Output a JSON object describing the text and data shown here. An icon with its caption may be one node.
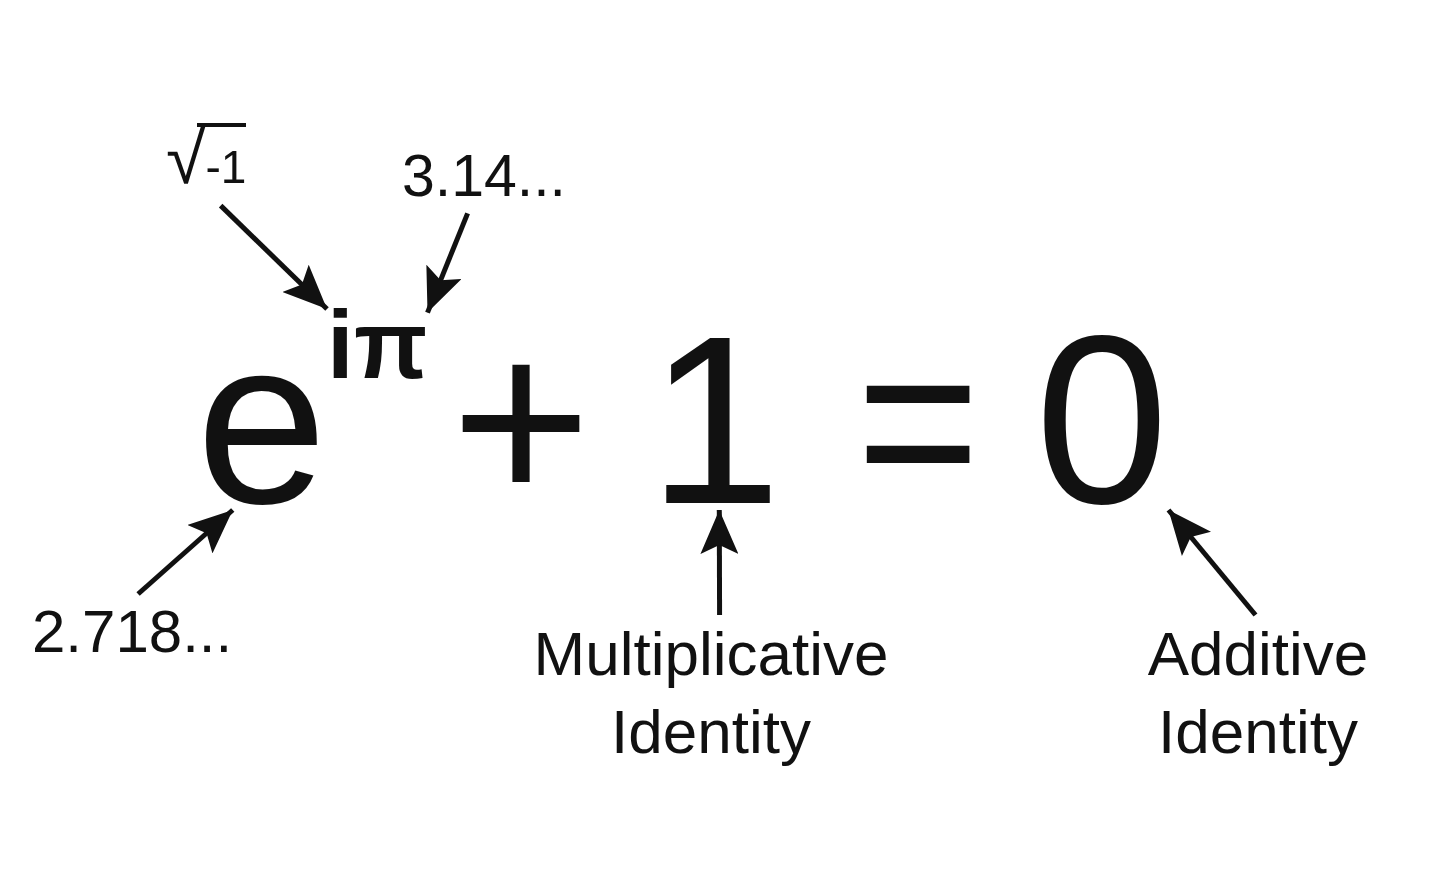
{
  "diagram": {
    "nodes": [
      {
        "text": [
          "√-1"
        ]
      },
      {
        "text": [
          "3.14..."
        ]
      },
      {
        "text": [
          "i"
        ]
      },
      {
        "text": [
          "π"
        ]
      },
      {
        "text": [
          "e"
        ]
      },
      {
        "text": [
          "1"
        ]
      },
      {
        "text": [
          "0"
        ]
      },
      {
        "text": [
          "2.718..."
        ]
      },
      {
        "text": [
          "Multiplicative Identity"
        ]
      },
      {
        "text": [
          "Additive Identity"
        ]
      }
    ],
    "edges": [
      {
        "from": 0,
        "to": 2,
        "arrow": "to"
      },
      {
        "from": 1,
        "to": 3,
        "arrow": "to"
      },
      {
        "from": 7,
        "to": 4,
        "arrow": "to"
      },
      {
        "from": 8,
        "to": 5,
        "arrow": "to"
      },
      {
        "from": 9,
        "to": 6,
        "arrow": "to"
      }
    ],
    "labels": [
      "+",
      "="
    ]
  }
}
